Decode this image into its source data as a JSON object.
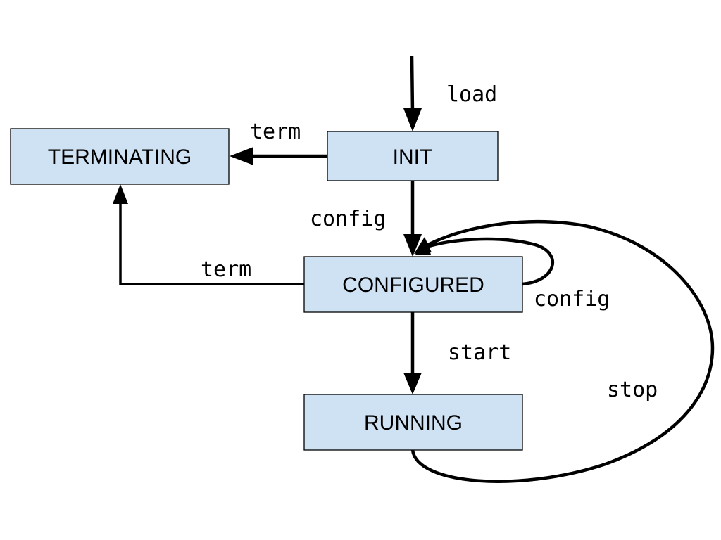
{
  "states": {
    "terminating": "TERMINATING",
    "init": "INIT",
    "configured": "CONFIGURED",
    "running": "RUNNING"
  },
  "transitions": {
    "load": "load",
    "init_term": "term",
    "init_config": "config",
    "configured_term": "term",
    "configured_config": "config",
    "start": "start",
    "stop": "stop"
  },
  "colors": {
    "state_fill": "#cfe2f3",
    "stroke": "#000000"
  }
}
